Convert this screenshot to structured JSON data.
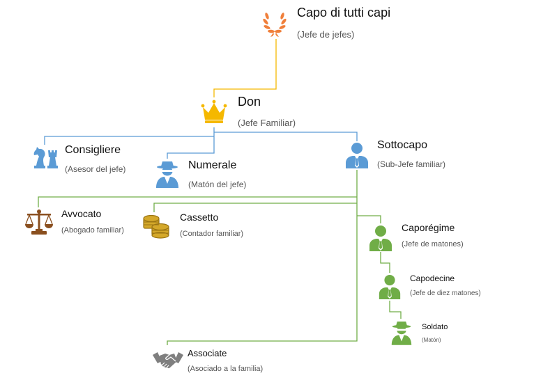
{
  "colors": {
    "capo": "#f07f3a",
    "don": "#f5b800",
    "blue": "#5b9bd5",
    "green": "#70ad47",
    "brown": "#8a4f1f",
    "gold": "#c9a227",
    "gray": "#767676"
  },
  "nodes": {
    "capo": {
      "title": "Capo di tutti capi",
      "subtitle": "(Jefe de jefes)",
      "icon": "laurel-wreath-icon"
    },
    "don": {
      "title": "Don",
      "subtitle": "(Jefe Familiar)",
      "icon": "crown-icon"
    },
    "consigliere": {
      "title": "Consigliere",
      "subtitle": "(Asesor del jefe)",
      "icon": "chess-pieces-icon"
    },
    "numerale": {
      "title": "Numerale",
      "subtitle": "(Matón del jefe)",
      "icon": "gangster-icon"
    },
    "sottocapo": {
      "title": "Sottocapo",
      "subtitle": "(Sub-Jefe familiar)",
      "icon": "person-tie-icon"
    },
    "avvocato": {
      "title": "Avvocato",
      "subtitle": "(Abogado familiar)",
      "icon": "scales-icon"
    },
    "cassetto": {
      "title": "Cassetto",
      "subtitle": "(Contador familiar)",
      "icon": "coins-icon"
    },
    "caporegime": {
      "title": "Caporégime",
      "subtitle": "(Jefe de matones)",
      "icon": "person-tie-icon"
    },
    "capodecine": {
      "title": "Capodecine",
      "subtitle": "(Jefe de diez matones)",
      "icon": "person-tie-icon"
    },
    "soldato": {
      "title": "Soldato",
      "subtitle": "(Matón)",
      "icon": "gangster-icon"
    },
    "associate": {
      "title": "Associate",
      "subtitle": "(Asociado a la familia)",
      "icon": "handshake-icon"
    }
  }
}
